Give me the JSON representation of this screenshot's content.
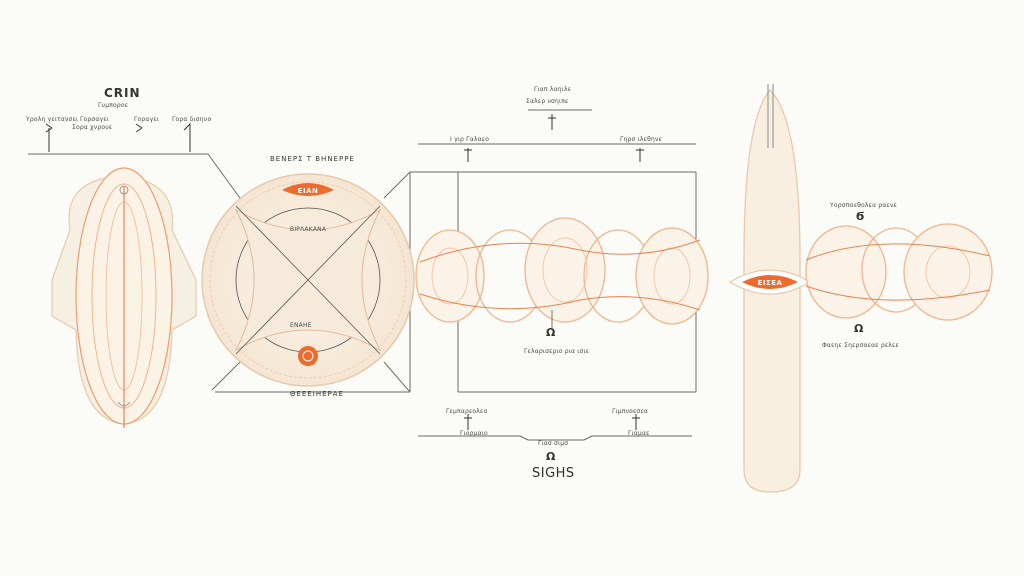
{
  "labels": {
    "crin_title": "CRIN",
    "sighs_title": "SIGHS",
    "left_caption_1": "Υρολη γειτανσει",
    "left_caption_2": "Γορσαγει",
    "left_caption_3": "Γοραγει",
    "left_caption_4": "Γορα δισηυο",
    "left_caption_5": "Σορα χνρουε",
    "top_sub": "Γυμποροε",
    "ring_top_title": "ΒΕΝΕΡΣ Τ ΒΗΝΕΡΡΕ",
    "ring_pill_top": "ΕΙΑΝ",
    "ring_upper_label": "ΒΙΡΛΑΚΑΝΑ",
    "ring_lower_label": "ΕΝΑΗΕ",
    "ring_bottom_title": "ΘΕΕΕΙΗΕΡΑΕ",
    "center_top_1": "Γιαπ λαηιλε",
    "center_top_2": "Σαλερ νσηιπε",
    "center_mid_left": "Ι γιρ Γαλαεο",
    "center_mid_right": "Γηρσ ιλεθηνε",
    "center_caption": "Γελαρισεριο ρια ισιε",
    "bottom_left_1": "Γεμπαρεολεα",
    "bottom_left_2": "Γιορμαιο",
    "bottom_mid": "Γιασ σιμσ",
    "bottom_right_1": "Γιμπνοεσεα",
    "bottom_right_2": "Γιαμαε",
    "right_pill": "ΕΙΣΕΑ",
    "right_top_label": "Υορσπαεθολεα ραενε",
    "right_bottom_label": "Φαεηε Σηερσαεαε ρελεε",
    "symbol_2_a": "Ω",
    "symbol_2_b": "Ω",
    "symbol_2_c": "Ω",
    "symbol_b": "Ϭ"
  },
  "colors": {
    "accent_orange": "#ec6b2d",
    "soft_orange": "#f2a27a",
    "cream": "#f8efe0",
    "line_gray": "#6b6b6b",
    "background": "#fbfbf7"
  }
}
